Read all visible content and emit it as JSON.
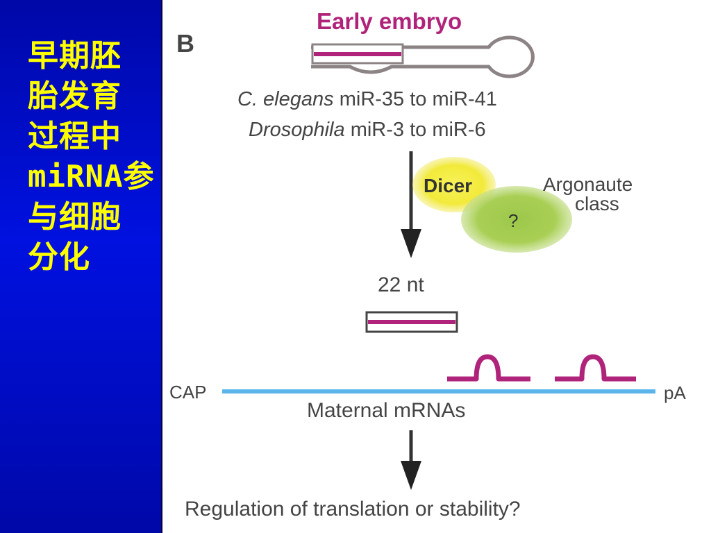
{
  "side_title": {
    "lines": [
      "早期胚",
      "胎发育",
      "过程中",
      "miRNA参",
      "与细胞",
      "分化"
    ]
  },
  "diagram": {
    "panel_letter": "B",
    "stage_title": "Early embryo",
    "species_1_name": "C. elegans",
    "species_1_mirnas": " miR-35 to miR-41",
    "species_2_name": "Drosophila",
    "species_2_mirnas": " miR-3 to miR-6",
    "dicer_label": "Dicer",
    "argonaute_line1": "Argonaute",
    "argonaute_line2": "class",
    "unknown_factor": "?",
    "product_length": "22 nt",
    "cap_label": "CAP",
    "pa_label": "pA",
    "mrna_label": "Maternal mRNAs",
    "outcome_label": "Regulation of translation or stability?"
  },
  "colors": {
    "left_panel_bg": "#0011e0",
    "side_title_text": "#ffff00",
    "mirna_magenta": "#b0237a",
    "mrna_line_blue": "#5bb5ea",
    "dicer_yellow": "#f2ea3a",
    "argonaute_green": "#a9cf55",
    "hairpin_gray": "#8c8484",
    "title_magenta": "#b0237a",
    "text_gray": "#444444"
  }
}
